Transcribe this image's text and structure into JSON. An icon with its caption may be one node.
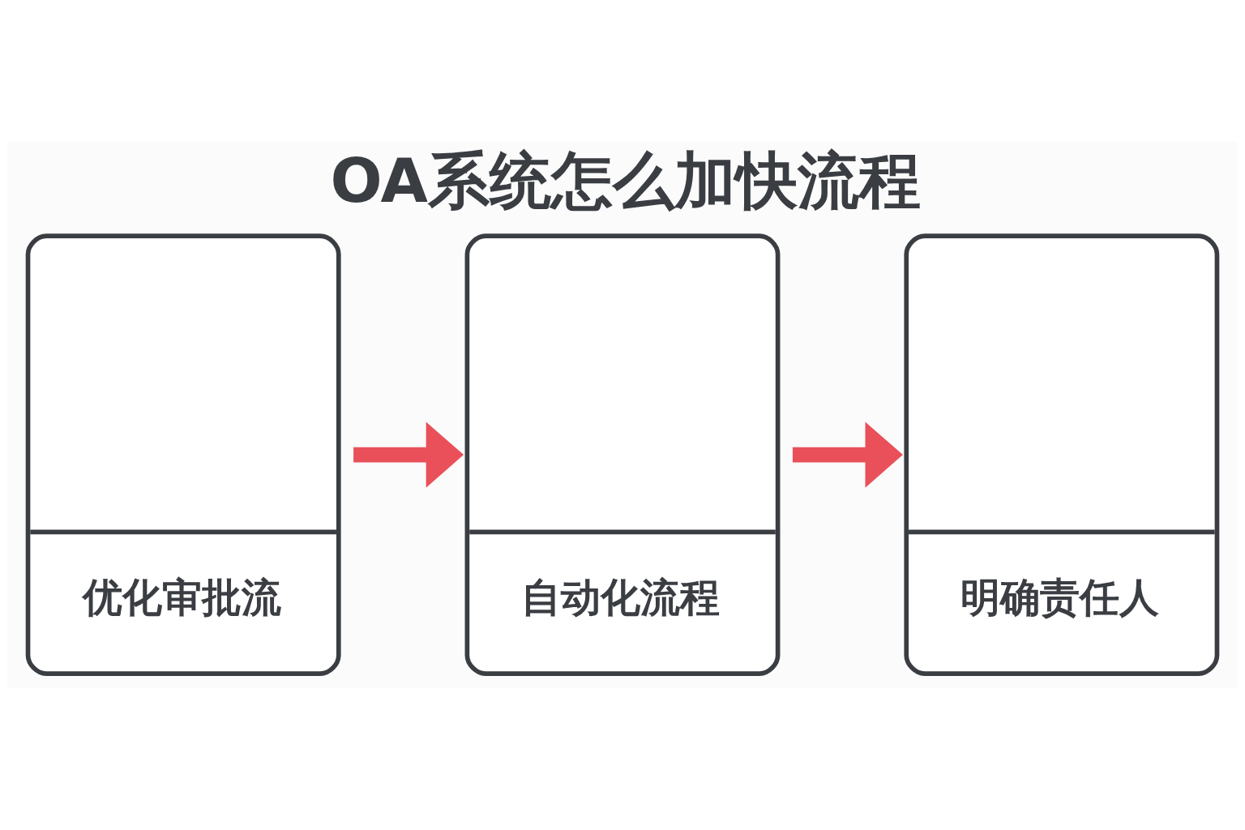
{
  "diagram": {
    "title": "OA系统怎么加快流程",
    "nodes": [
      {
        "text": [
          "优化审批流"
        ]
      },
      {
        "text": [
          "自动化流程"
        ]
      },
      {
        "text": [
          "明确责任人"
        ]
      }
    ],
    "edges": [
      {
        "from": 0,
        "to": 1,
        "arrow": "to"
      },
      {
        "from": 1,
        "to": 2,
        "arrow": "to"
      }
    ]
  }
}
